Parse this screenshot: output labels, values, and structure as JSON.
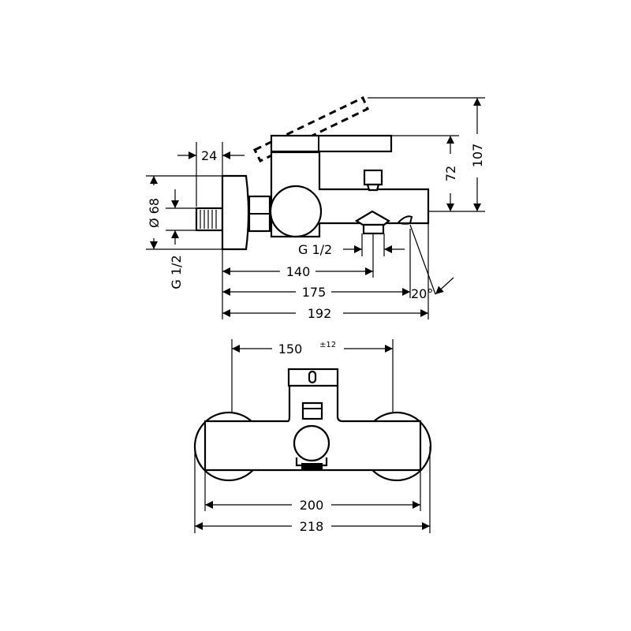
{
  "side_view": {
    "dim_width_flange": "24",
    "dim_diameter": "Ø 68",
    "dim_inlet_thread": "G 1/2",
    "dim_outlet_thread": "G 1/2",
    "dim_140": "140",
    "dim_175": "175",
    "dim_192": "192",
    "dim_72": "72",
    "dim_107": "107",
    "dim_angle": "20°"
  },
  "front_view": {
    "dim_centers": "150",
    "dim_centers_tolerance": "±12",
    "dim_200": "200",
    "dim_218": "218"
  }
}
